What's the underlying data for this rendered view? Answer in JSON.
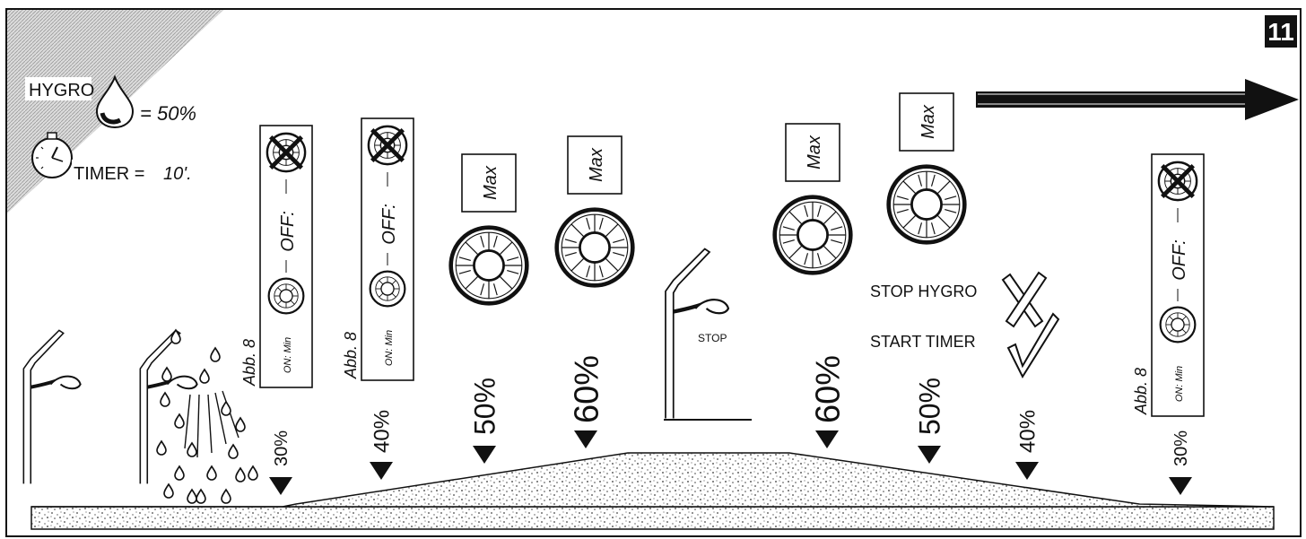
{
  "figure_number": "11",
  "settings": {
    "hygro_label": "HYGRO",
    "hygro_value": "= 50%",
    "timer_label": "TIMER =",
    "timer_value": "10'."
  },
  "stages": [
    {
      "percent": "30%",
      "panel": "off-min",
      "ref": "Abb. 8",
      "off_label": "OFF:",
      "on_label": "ON: Min"
    },
    {
      "percent": "40%",
      "panel": "off-min",
      "ref": "Abb. 8",
      "off_label": "OFF:",
      "on_label": "ON: Min"
    },
    {
      "percent": "50%",
      "panel": "max",
      "box_label": "Max"
    },
    {
      "percent": "60%",
      "panel": "max",
      "box_label": "Max"
    },
    {
      "percent": "60%",
      "panel": "max",
      "box_label": "Max"
    },
    {
      "percent": "50%",
      "panel": "max",
      "box_label": "Max"
    },
    {
      "percent": "40%",
      "panel": "none"
    },
    {
      "percent": "30%",
      "panel": "off-min",
      "ref": "Abb. 8",
      "off_label": "OFF:",
      "on_label": "ON: Min"
    }
  ],
  "annotations": {
    "stop": "STOP",
    "stop_hygro": "STOP HYGRO",
    "start_timer": "START TIMER"
  },
  "icons": [
    "shower-icon",
    "water-drop-icon",
    "stopwatch-icon",
    "fan-icon",
    "fan-off-icon",
    "arrow-right-icon",
    "cross-icon",
    "check-icon"
  ],
  "colors": {
    "ink": "#111111",
    "hatch_background": "#d2d2d2",
    "badge": "#111111"
  }
}
